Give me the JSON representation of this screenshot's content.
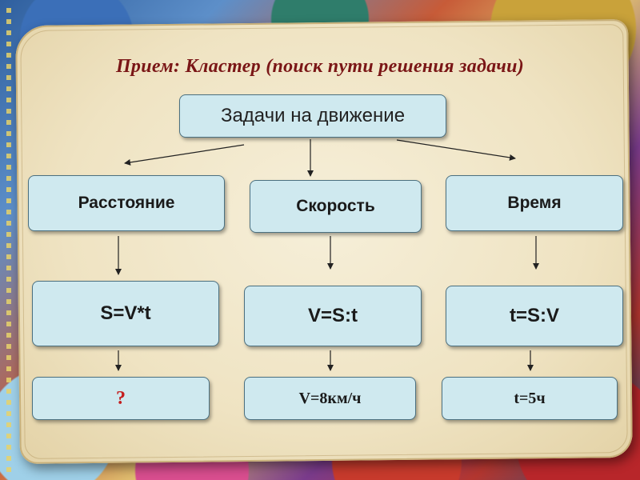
{
  "title": "Прием: Кластер (поиск пути решения задачи)",
  "root": {
    "label": "Задачи на движение"
  },
  "columns": [
    {
      "category": "Расстояние",
      "formula": "S=V*t",
      "given": "?"
    },
    {
      "category": "Скорость",
      "formula": "V=S:t",
      "given": "V=8км/ч"
    },
    {
      "category": "Время",
      "formula": "t=S:V",
      "given": "t=5ч"
    }
  ],
  "colors": {
    "title": "#7a1616",
    "box_fill": "#cfe9ef",
    "box_border": "#4b7080",
    "question_mark": "#c41e1e",
    "parchment": "#f2e8cc"
  }
}
